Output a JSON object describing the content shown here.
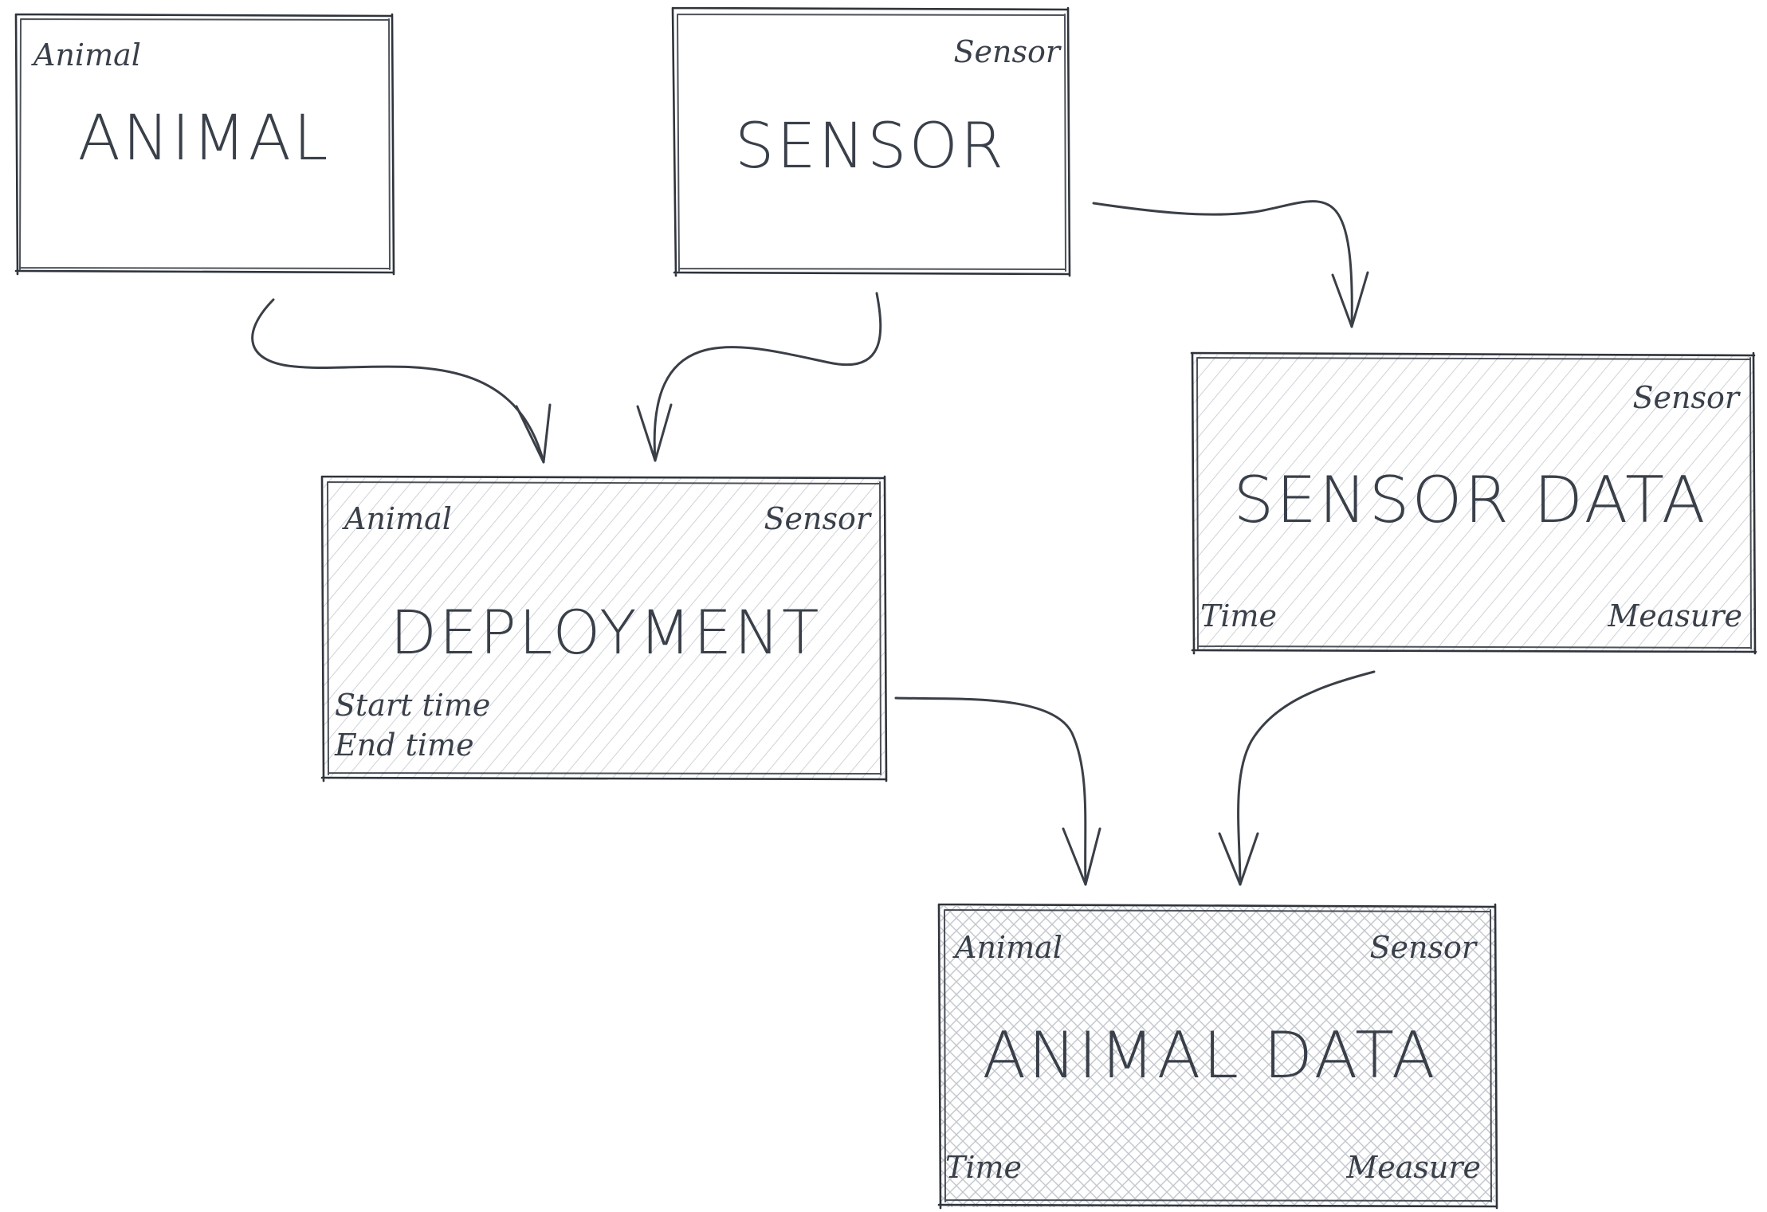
{
  "nodes": {
    "animal": {
      "title": "ANIMAL",
      "tl": "Animal"
    },
    "sensor": {
      "title": "SENSOR",
      "tr": "Sensor"
    },
    "sensor_data": {
      "title": "SENSOR DATA",
      "tr": "Sensor",
      "bl": "Time",
      "br": "Measure"
    },
    "deployment": {
      "title": "DEPLOYMENT",
      "tl": "Animal",
      "tr": "Sensor",
      "bl1": "Start time",
      "bl2": "End time"
    },
    "animal_data": {
      "title": "ANIMAL DATA",
      "tl": "Animal",
      "tr": "Sensor",
      "bl": "Time",
      "br": "Measure"
    }
  },
  "edges": [
    {
      "from": "animal",
      "to": "deployment"
    },
    {
      "from": "sensor",
      "to": "deployment"
    },
    {
      "from": "sensor",
      "to": "sensor_data"
    },
    {
      "from": "deployment",
      "to": "animal_data"
    },
    {
      "from": "sensor_data",
      "to": "animal_data"
    }
  ],
  "colors": {
    "stroke": "#2f343c",
    "text": "#3a404a",
    "hatch": "#c8ccd2"
  }
}
